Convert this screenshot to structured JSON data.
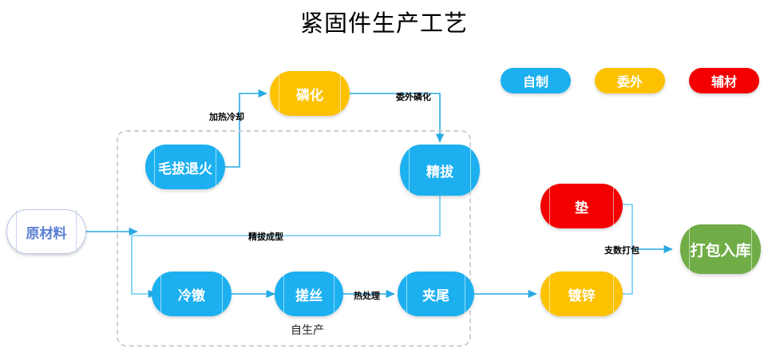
{
  "title": "紧固件生产工艺",
  "legend": [
    {
      "label": "自制",
      "color": "#1cb0f0"
    },
    {
      "label": "委外",
      "color": "#fcc200"
    },
    {
      "label": "辅材",
      "color": "#f40000"
    }
  ],
  "group": {
    "label": "自生产"
  },
  "nodes": {
    "raw_material": "原材料",
    "phosphating": "磷化",
    "wire_anneal": "毛拔退火",
    "fine_draw": "精拔",
    "cold_heading": "冷镦",
    "thread_rolling": "搓丝",
    "tail_clamp": "夹尾",
    "washer": "垫",
    "galvanizing": "镀锌",
    "packing_storage": "打包入库"
  },
  "edge_labels": {
    "heat_cool": "加热冷却",
    "outsourced_phosphating": "委外磷化",
    "fine_draw_forming": "精拔成型",
    "heat_treatment": "热处理",
    "count_packing": "支数打包"
  },
  "colors": {
    "blue": "#1cb0f0",
    "yellow": "#fcc200",
    "red": "#f40000",
    "green": "#70ad47",
    "wire": "#29aae3",
    "wire_light": "#6ecbf5",
    "dash": "#cfcfcf",
    "white_node_border": "#b9c6e4",
    "white_node_text": "#5b7fd4"
  }
}
